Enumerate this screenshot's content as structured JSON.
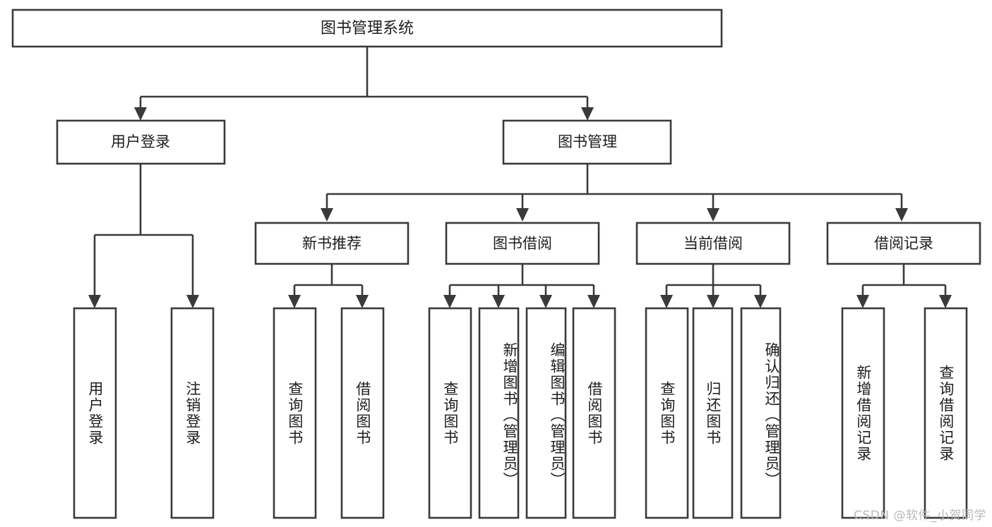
{
  "diagram": {
    "type": "tree-hierarchy",
    "title": "图书管理系统",
    "orientation": "top-down",
    "root": {
      "id": "root",
      "label": "图书管理系统",
      "text_direction": "horizontal"
    },
    "level2": [
      {
        "id": "user-login",
        "label": "用户登录",
        "text_direction": "horizontal"
      },
      {
        "id": "book-manage",
        "label": "图书管理",
        "text_direction": "horizontal"
      }
    ],
    "level3": [
      {
        "id": "new-book-rec",
        "label": "新书推荐",
        "parent": "book-manage",
        "text_direction": "horizontal"
      },
      {
        "id": "book-borrow",
        "label": "图书借阅",
        "parent": "book-manage",
        "text_direction": "horizontal"
      },
      {
        "id": "current-borrow",
        "label": "当前借阅",
        "parent": "book-manage",
        "text_direction": "horizontal"
      },
      {
        "id": "borrow-record",
        "label": "借阅记录",
        "parent": "book-manage",
        "text_direction": "horizontal"
      }
    ],
    "leaves": [
      {
        "id": "leaf-user-login",
        "label": "用户登录",
        "parent": "user-login",
        "text_direction": "vertical"
      },
      {
        "id": "leaf-logout",
        "label": "注销登录",
        "parent": "user-login",
        "text_direction": "vertical"
      },
      {
        "id": "leaf-query-book-1",
        "label": "查询图书",
        "parent": "new-book-rec",
        "text_direction": "vertical"
      },
      {
        "id": "leaf-borrow-book-1",
        "label": "借阅图书",
        "parent": "new-book-rec",
        "text_direction": "vertical"
      },
      {
        "id": "leaf-query-book-2",
        "label": "查询图书",
        "parent": "book-borrow",
        "text_direction": "vertical"
      },
      {
        "id": "leaf-add-book",
        "label": "新增图书（管理员）",
        "parent": "book-borrow",
        "text_direction": "vertical"
      },
      {
        "id": "leaf-edit-book",
        "label": "编辑图书（管理员）",
        "parent": "book-borrow",
        "text_direction": "vertical"
      },
      {
        "id": "leaf-borrow-book-2",
        "label": "借阅图书",
        "parent": "book-borrow",
        "text_direction": "vertical"
      },
      {
        "id": "leaf-query-book-3",
        "label": "查询图书",
        "parent": "current-borrow",
        "text_direction": "vertical"
      },
      {
        "id": "leaf-return-book",
        "label": "归还图书",
        "parent": "current-borrow",
        "text_direction": "vertical"
      },
      {
        "id": "leaf-confirm-return",
        "label": "确认归还（管理员）",
        "parent": "current-borrow",
        "text_direction": "vertical"
      },
      {
        "id": "leaf-add-record",
        "label": "新增借阅记录",
        "parent": "borrow-record",
        "text_direction": "vertical"
      },
      {
        "id": "leaf-query-record",
        "label": "查询借阅记录",
        "parent": "borrow-record",
        "text_direction": "vertical"
      }
    ],
    "colors": {
      "stroke": "#3a3a3a",
      "fill": "#ffffff",
      "text": "#1d1d1d",
      "background": "#ffffff",
      "watermark": "#b9b9b9"
    }
  },
  "watermark": {
    "text": "CSDN @软件_小贺同学"
  }
}
